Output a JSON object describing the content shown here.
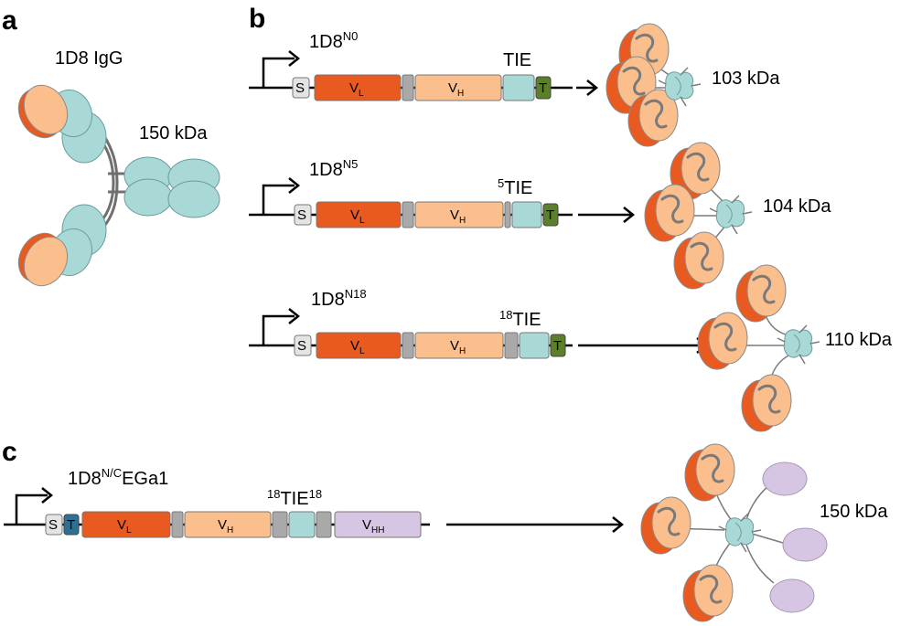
{
  "panels": {
    "a": "a",
    "b": "b",
    "c": "c"
  },
  "colors": {
    "signal": "#e4e4e4",
    "vl": "#e85a1f",
    "vh": "#fbbf8e",
    "linker": "#a9a9a9",
    "tie": "#a8d9d7",
    "trimer": "#5b7f2a",
    "tag": "#2f6f93",
    "vhh": "#d7c6e3",
    "antibody_dark": "#e85a1f",
    "antibody_light": "#fbbf8e",
    "antibody_teal": "#a8d9d7"
  },
  "icons": [
    "promoter-arrow-icon",
    "antibody-icon",
    "trimer-icon"
  ],
  "panel_a": {
    "name": "1D8 IgG",
    "mass": "150 kDa"
  },
  "constructs": [
    {
      "name_base": "1D8",
      "name_sup": "N0",
      "tie_pre": "",
      "tie": "TIE",
      "tie_post": "",
      "mass": "103 kDa"
    },
    {
      "name_base": "1D8",
      "name_sup": "N5",
      "tie_pre": "5",
      "tie": "TIE",
      "tie_post": "",
      "mass": "104 kDa"
    },
    {
      "name_base": "1D8",
      "name_sup": "N18",
      "tie_pre": "18",
      "tie": "TIE",
      "tie_post": "",
      "mass": "110 kDa"
    },
    {
      "name_base": "1D8",
      "name_sup": "N/C",
      "name_post": "EGa1",
      "tie_pre": "18",
      "tie": "TIE",
      "tie_post": "18",
      "mass": "150 kDa"
    }
  ],
  "segments": {
    "s": "S",
    "t": "T",
    "vl": "V",
    "vl_sub": "L",
    "vh": "V",
    "vh_sub": "H",
    "vhh": "V",
    "vhh_sub": "HH"
  }
}
